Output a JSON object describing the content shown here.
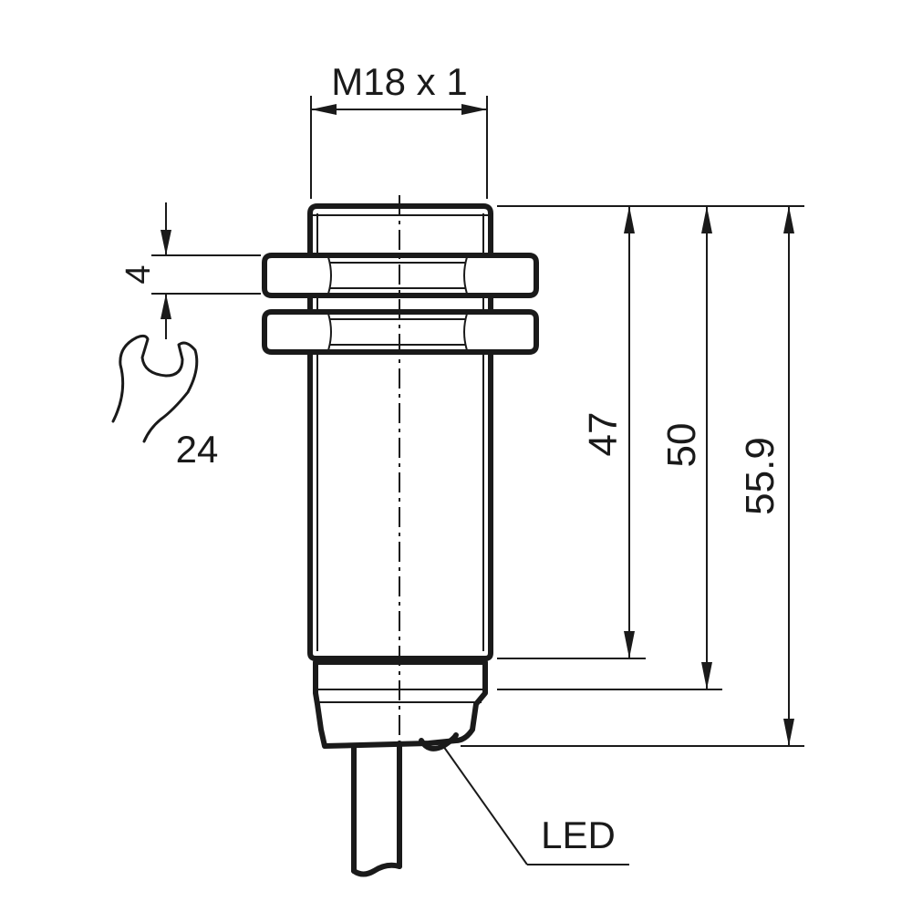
{
  "labels": {
    "thread": "M18 x 1",
    "nut_thickness": "4",
    "wrench_size": "24",
    "dim_threaded_length": "47",
    "dim_body_length": "50",
    "dim_total_length": "55.9",
    "led": "LED"
  },
  "colors": {
    "line": "#1a1a1a",
    "background": "#ffffff"
  }
}
